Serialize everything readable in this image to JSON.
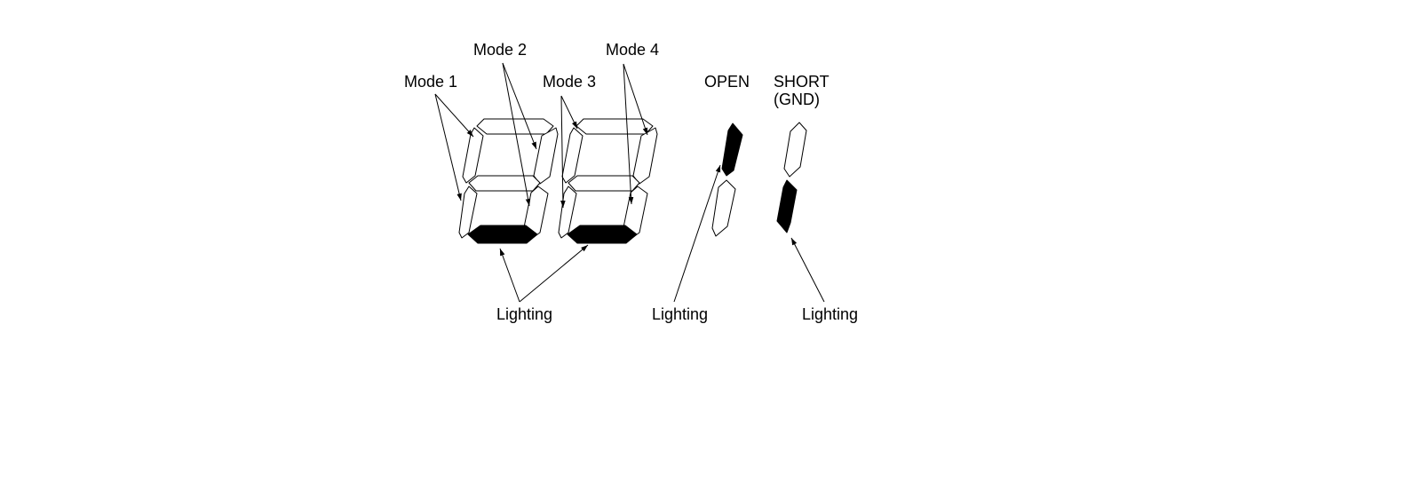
{
  "labels": {
    "mode1": "Mode 1",
    "mode2": "Mode 2",
    "mode3": "Mode 3",
    "mode4": "Mode 4",
    "open": "OPEN",
    "short_line1": "SHORT",
    "short_line2": "(GND)",
    "lighting_digits": "Lighting",
    "lighting_open": "Lighting",
    "lighting_short": "Lighting"
  },
  "colors": {
    "lit_segment": "#000000",
    "unlit_segment": "#ffffff",
    "outline": "#000000"
  },
  "digits": [
    {
      "name": "digit-1",
      "lit": [
        "d"
      ]
    },
    {
      "name": "digit-2",
      "lit": [
        "d"
      ]
    }
  ],
  "indicators": [
    {
      "name": "open-indicator",
      "lit": "upper"
    },
    {
      "name": "short-indicator",
      "lit": "lower"
    }
  ]
}
